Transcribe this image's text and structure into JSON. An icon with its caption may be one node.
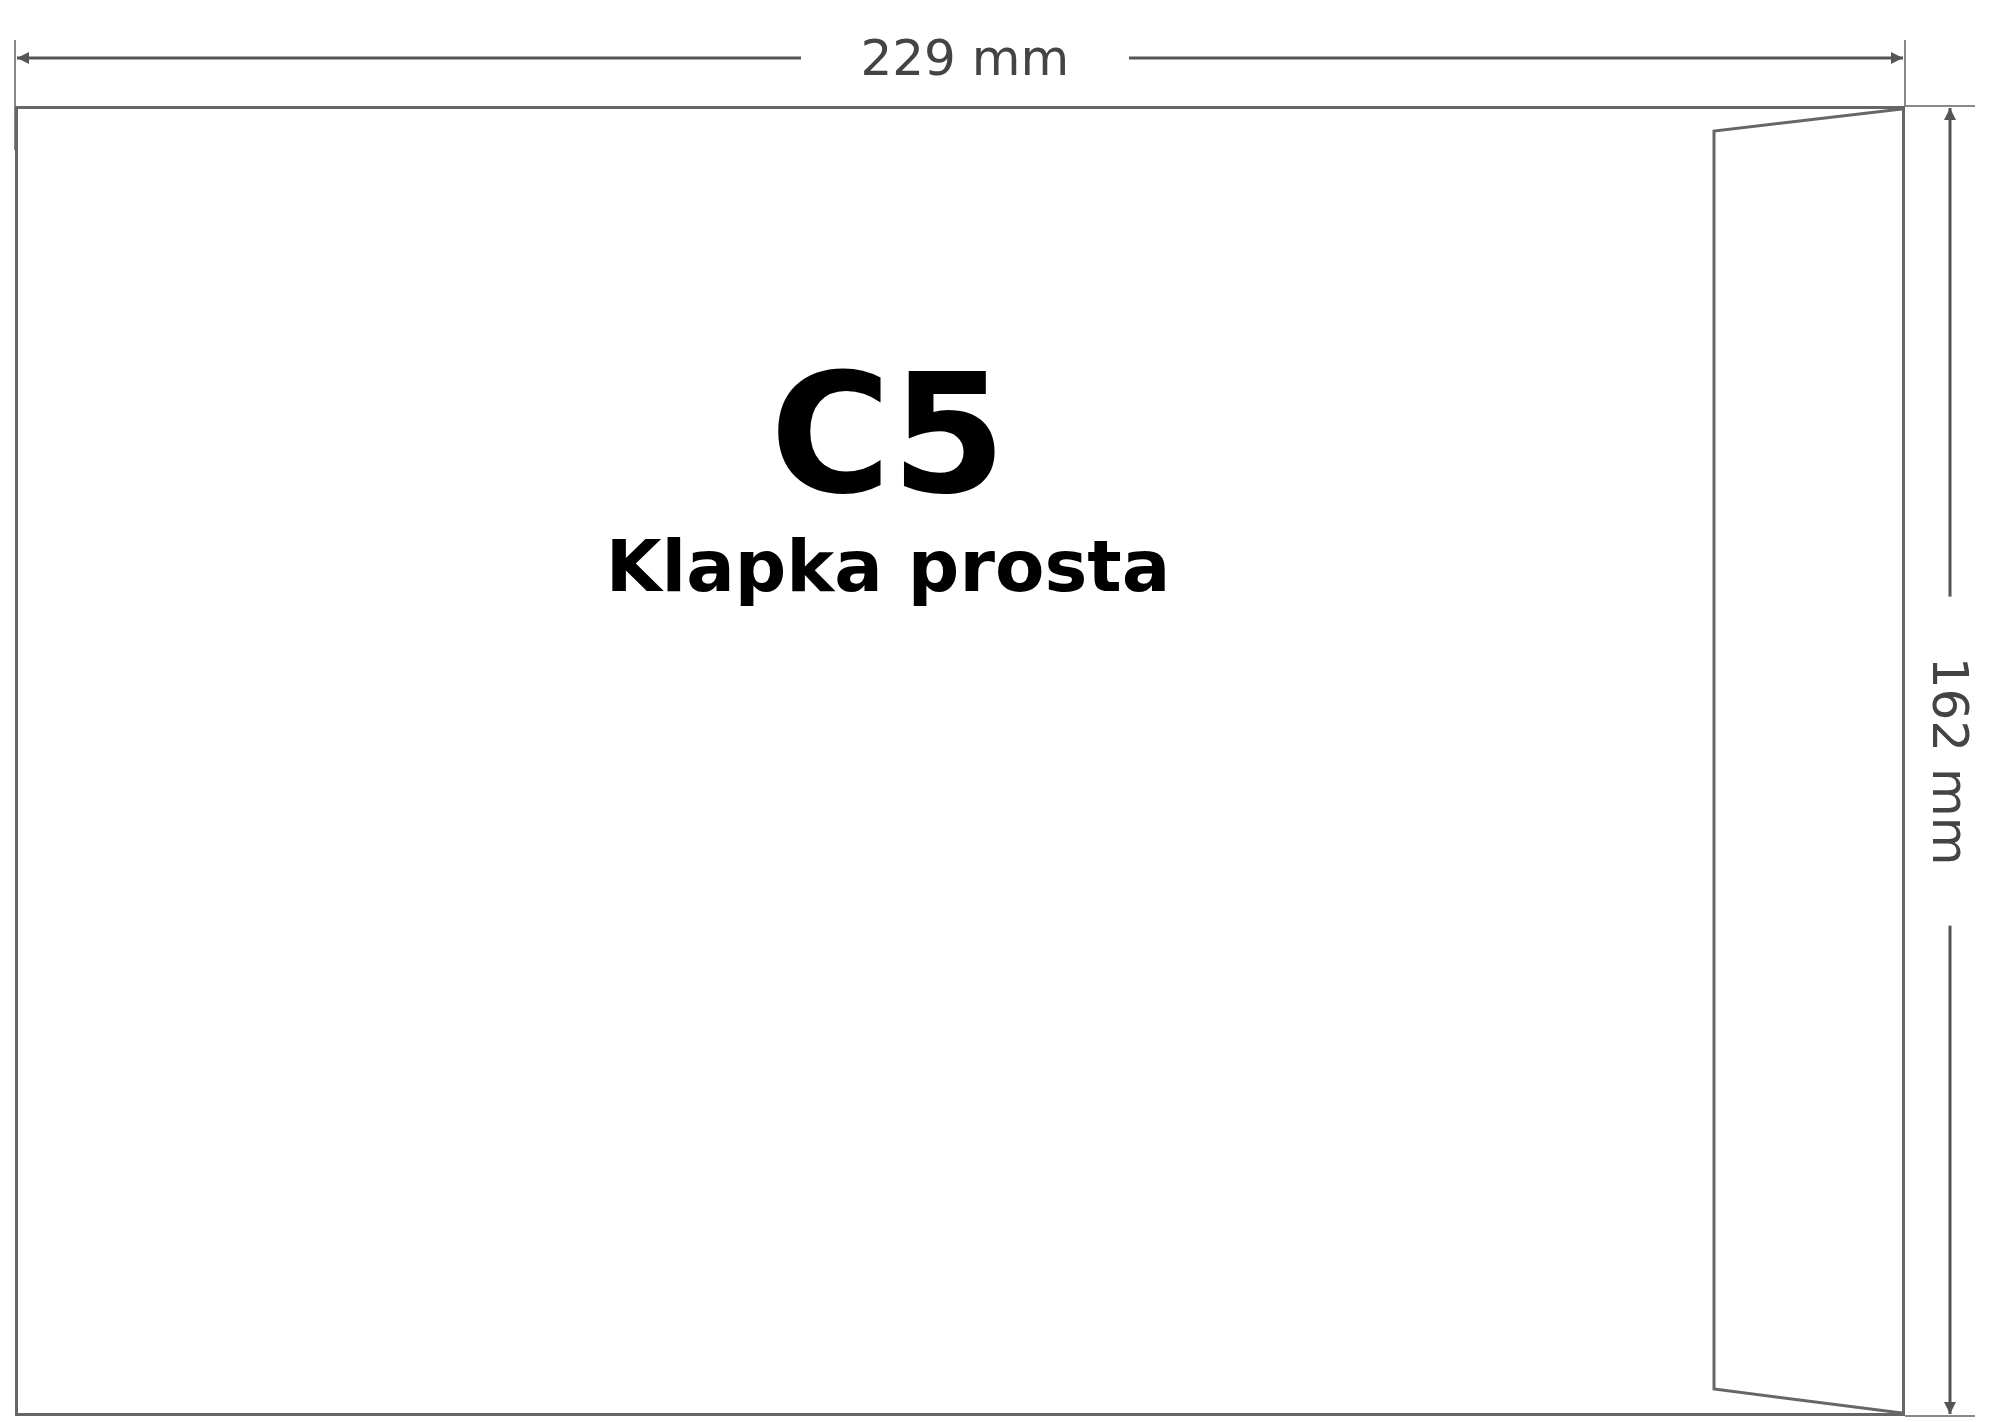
{
  "diagram": {
    "nodes": [
      {
        "text": [
          "C5",
          "Klapka prosta"
        ]
      }
    ],
    "labels": [
      "229 mm",
      "162 mm"
    ]
  }
}
